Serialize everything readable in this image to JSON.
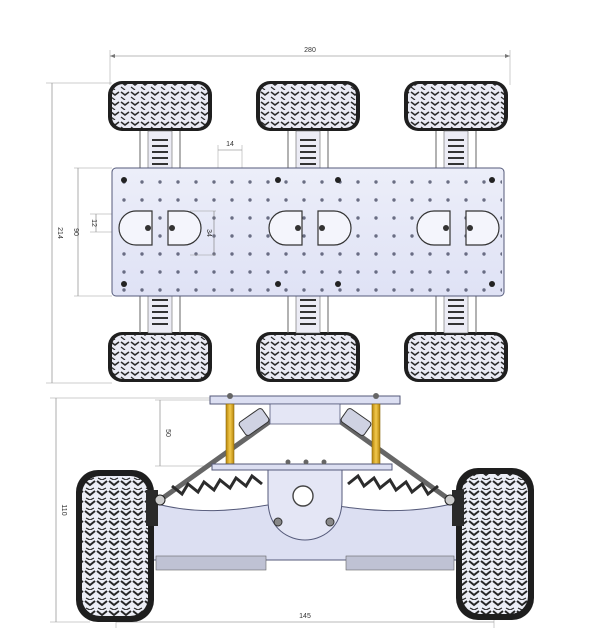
{
  "drawing": {
    "dimensions": {
      "overall_width": "280",
      "hole_pitch": "14",
      "overall_depth": "214",
      "plate_depth": "90",
      "hole_offset": "12",
      "slot_spacing": "34",
      "post_height": "50",
      "total_height": "110",
      "track_width": "145"
    },
    "colors": {
      "plate": "#e3e5f7",
      "plate_outline": "#555a7a",
      "tire": "#2a2a2a",
      "tire_face": "#e8e9f3",
      "spring": "#8a8a8a",
      "brass": "#d6a41f",
      "frame": "#dcdff2"
    }
  }
}
